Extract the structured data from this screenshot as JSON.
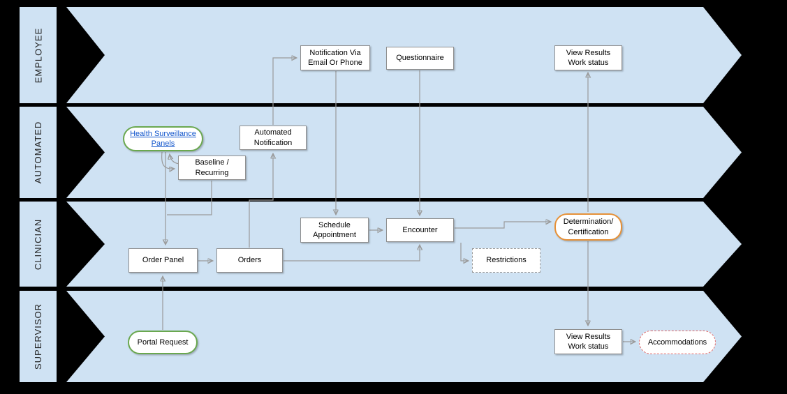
{
  "colors": {
    "lane_fill": "#cfe2f3",
    "background": "#000000",
    "node_border": "#8f8f8f",
    "connector": "#9a9a9a",
    "green_accent": "#6aa84f",
    "orange_accent": "#e69138",
    "red_accent": "#e06666",
    "link_blue": "#1155cc"
  },
  "lanes": [
    {
      "label": "EMPLOYEE"
    },
    {
      "label": "AUTOMATED"
    },
    {
      "label": "CLINICIAN"
    },
    {
      "label": "SUPERVISOR"
    }
  ],
  "nodes": {
    "notification_via": {
      "label": "Notification Via\nEmail Or Phone"
    },
    "questionnaire": {
      "label": "Questionnaire"
    },
    "view_results_employee": {
      "label": "View Results\nWork status"
    },
    "health_surveillance": {
      "label": "Health Surveillance\nPanels"
    },
    "baseline_recurring": {
      "label": "Baseline /\nRecurring"
    },
    "automated_notification": {
      "label": "Automated\nNotification"
    },
    "schedule_appointment": {
      "label": "Schedule\nAppointment"
    },
    "encounter": {
      "label": "Encounter"
    },
    "order_panel": {
      "label": "Order Panel"
    },
    "orders": {
      "label": "Orders"
    },
    "restrictions": {
      "label": "Restrictions"
    },
    "determination_certification": {
      "label": "Determination/\nCertification"
    },
    "portal_request": {
      "label": "Portal Request"
    },
    "view_results_supervisor": {
      "label": "View Results\nWork status"
    },
    "accommodations": {
      "label": "Accommodations"
    }
  }
}
